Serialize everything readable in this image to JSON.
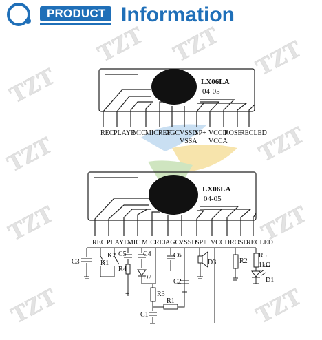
{
  "header": {
    "badge_label": "PRODUCT",
    "title": "Information",
    "accent_color": "#1f6fb8"
  },
  "watermark": {
    "text": "TZT",
    "color": "#d9d9d9"
  },
  "module_top": {
    "chip_label": "LX06LA",
    "chip_code": "04-05",
    "pins": [
      "REC",
      "PLAYE",
      "MIC",
      "MICREF",
      "AGC",
      "VSSD",
      "SP+",
      "VCCD",
      "ROSE",
      "RECLED"
    ],
    "pins_second_row": {
      "vssd": "VSSA",
      "vccd": "VCCA"
    }
  },
  "module_bottom": {
    "chip_label": "LX06LA",
    "chip_code": "04-05",
    "pins": [
      "REC",
      "PLAYE",
      "MIC",
      "MICREF",
      "AGC",
      "VSSD",
      "SP+",
      "VCCD",
      "ROSE",
      "RECLED"
    ]
  },
  "components": {
    "c3": "C3",
    "k1": "K1",
    "k2": "K2",
    "c5": "C5",
    "c4": "C4",
    "r4": "R4",
    "d2": "D2",
    "c6": "C6",
    "d3": "D3",
    "r2": "R2",
    "r5": "R5",
    "r5_value": "1kΩ",
    "d1": "D1",
    "c2": "C2",
    "r3": "R3",
    "r1": "R1",
    "c1": "C1",
    "plus": "+"
  }
}
